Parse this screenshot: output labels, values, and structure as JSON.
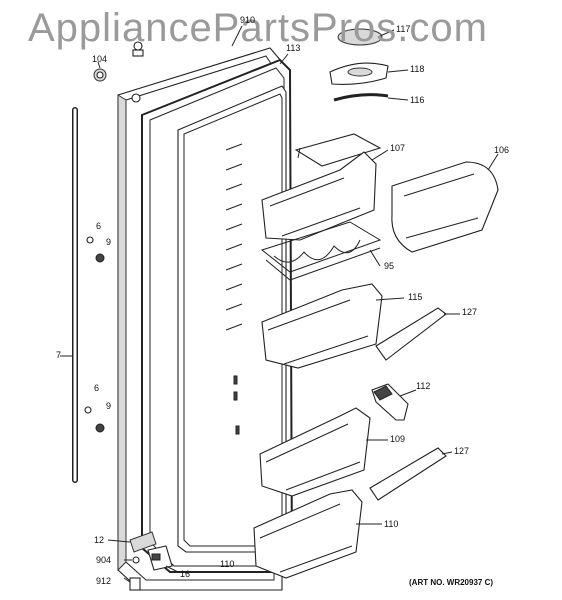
{
  "watermark": "AppliancePartsPros.com",
  "art_number": "(ART NO. WR20937 C)",
  "callouts": {
    "p910": "910",
    "p117": "117",
    "p104": "104",
    "p113": "113",
    "p118": "118",
    "p116": "116",
    "p107": "107",
    "p106": "106",
    "p6a": "6",
    "p9a": "9",
    "p95": "95",
    "p115": "115",
    "p127a": "127",
    "p7": "7",
    "p6b": "6",
    "p9b": "9",
    "p112": "112",
    "p109": "109",
    "p127b": "127",
    "p110a": "110",
    "p12": "12",
    "p904": "904",
    "p16": "16",
    "p912": "912",
    "p110b": "110"
  },
  "icons": [
    "door-panel-icon",
    "door-gasket-icon",
    "door-bin-icon",
    "handle-icon",
    "hinge-icon",
    "screw-icon",
    "bin-cover-icon",
    "dispenser-cup-icon",
    "wire-rack-icon"
  ]
}
